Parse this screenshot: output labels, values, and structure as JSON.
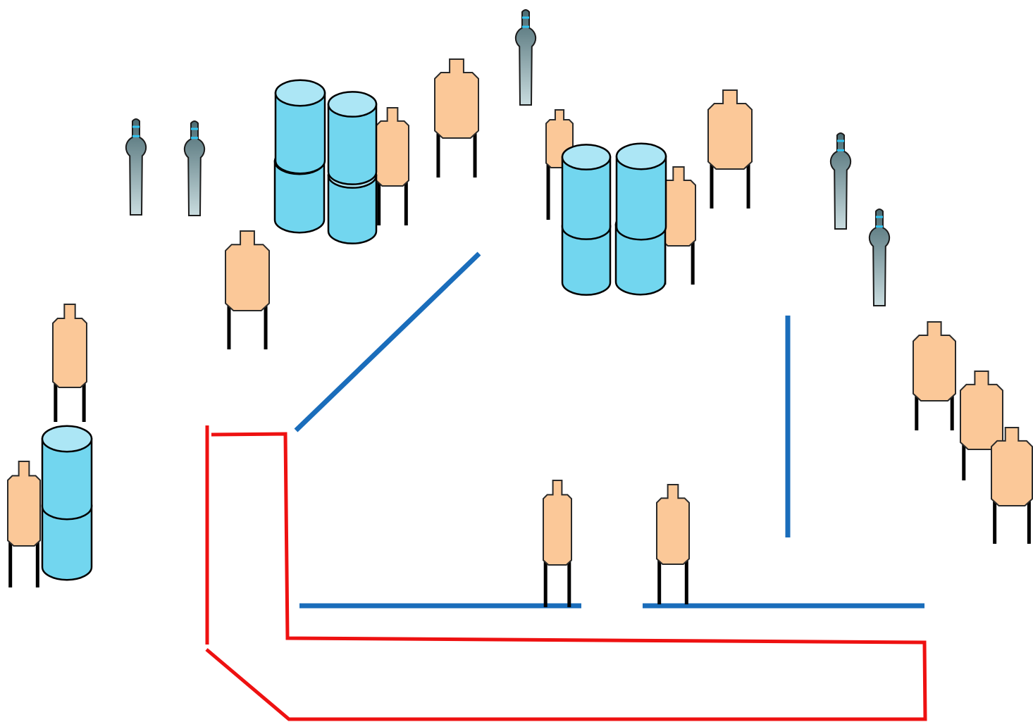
{
  "diagram": {
    "colors": {
      "background": "#ffffff",
      "paper_target_fill": "#fbc898",
      "barrel_side_fill": "#72d6ef",
      "barrel_top_fill": "#ace6f5",
      "steel_fill_dark": "#4b6b72",
      "steel_fill_light": "#c9dcdf",
      "steel_band": "#2fc4f2",
      "wall": "#1a6dbb",
      "fault_line": "#ee1111",
      "legs": "#000000"
    },
    "element_types": [
      "paper-target",
      "steel-popper",
      "barrel-stack",
      "wall",
      "fault-line"
    ]
  }
}
